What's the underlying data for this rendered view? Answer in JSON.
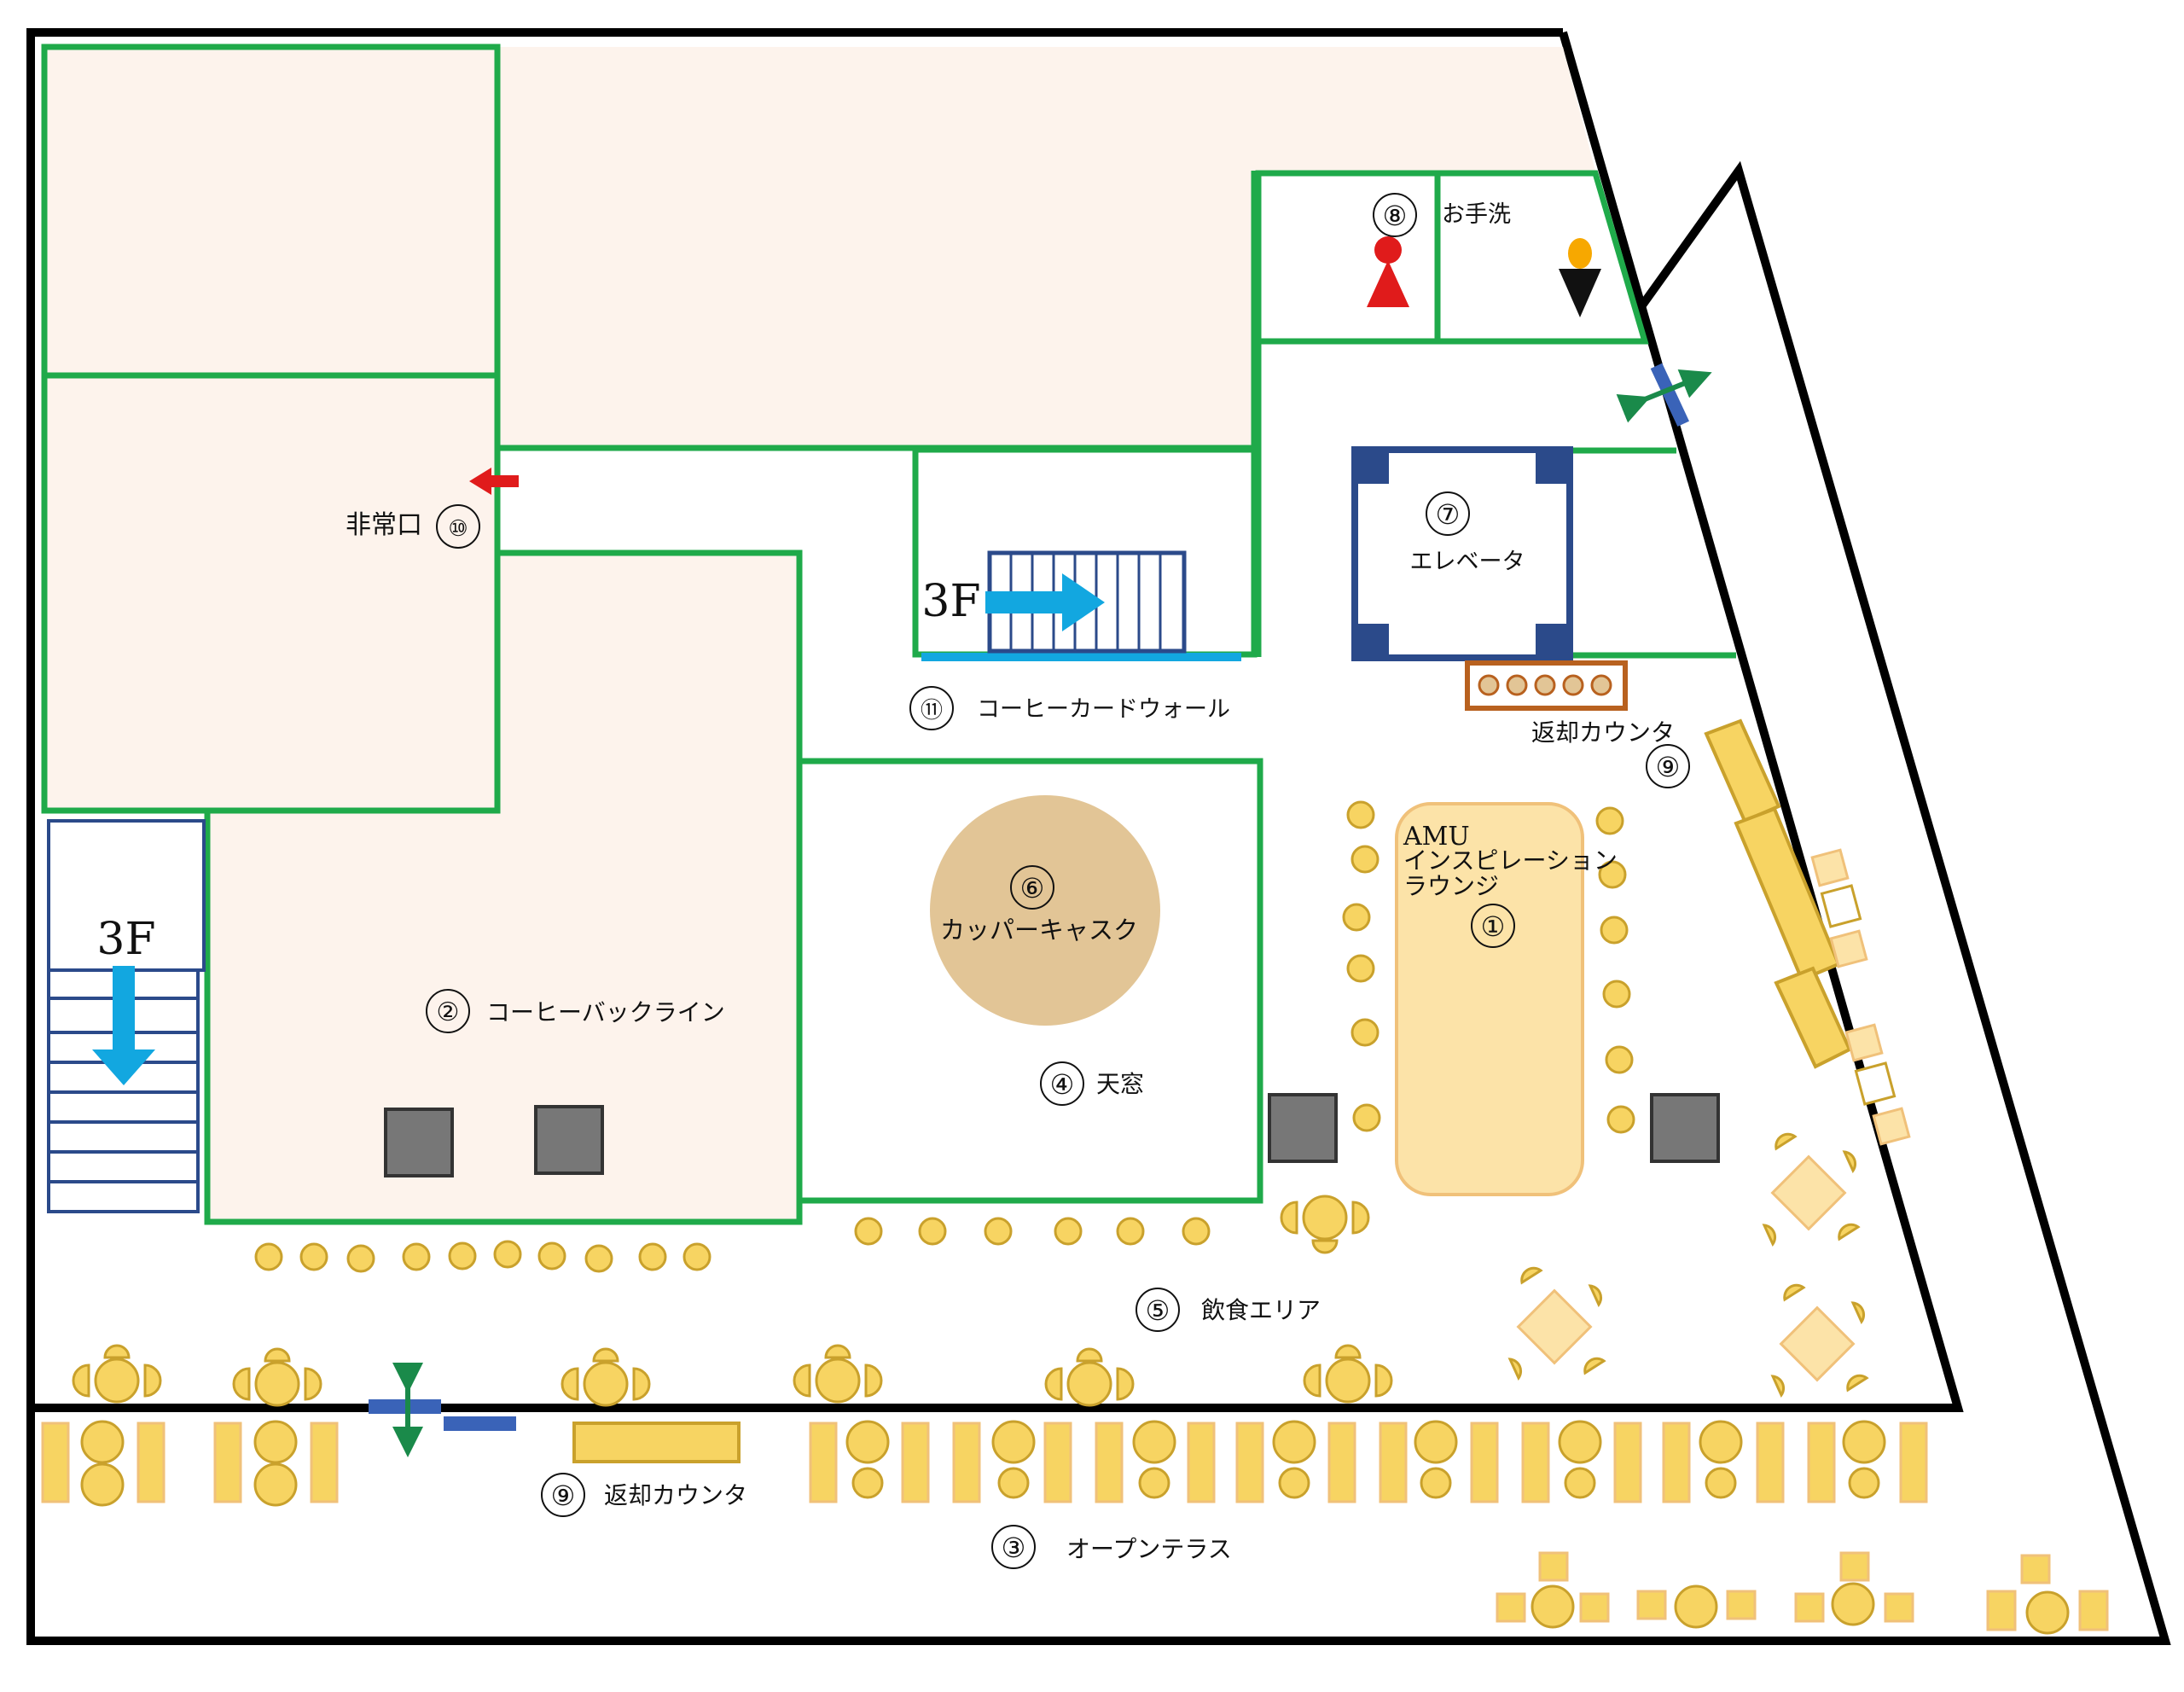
{
  "colors": {
    "outline": "#000000",
    "room_wall": "#1faa4a",
    "room_fill": "#fdf3ec",
    "seat": "#f7d462",
    "seat_stroke": "#c9a12c",
    "lounge_table": "#fce3a8",
    "cask": "#e2c596",
    "stair_arrow": "#12a7e0",
    "stair_outline": "#2b4a8a",
    "elevator": "#2b4a8a",
    "pillar": "#777777",
    "door": "#3a63b8",
    "door_arrow": "#1a8a4a",
    "exit_arrow": "#e01b1b",
    "women": "#e01b1b",
    "men": "#111111",
    "return_counter": "#b8611f"
  },
  "labels": {
    "lounge": {
      "number": "①",
      "line1": "AMU",
      "line2": "インスピレーション",
      "line3": "ラウンジ"
    },
    "coffee_back_line": {
      "number": "②",
      "text": "コーヒーバックライン"
    },
    "open_terrace": {
      "number": "③",
      "text": "オープンテラス"
    },
    "skylight": {
      "number": "④",
      "text": "天窓"
    },
    "dining_area": {
      "number": "⑤",
      "text": "飲食エリア"
    },
    "copper_cask": {
      "number": "⑥",
      "text": "カッパーキャスク"
    },
    "elevator": {
      "number": "⑦",
      "text": "エレベータ"
    },
    "restroom": {
      "number": "⑧",
      "text": "お手洗"
    },
    "return_counter_top": {
      "number": "⑨",
      "text": "返却カウンタ"
    },
    "return_counter_bottom": {
      "number": "⑨",
      "text": "返却カウンタ"
    },
    "emergency_exit": {
      "number": "⑩",
      "text": "非常口"
    },
    "coffee_card_wall": {
      "number": "⑪",
      "text": "コーヒーカードウォール"
    },
    "stairs_left": "3F",
    "stairs_center": "3F"
  },
  "icons": {
    "women": "women-restroom-icon",
    "men": "men-restroom-icon",
    "exit_arrow": "exit-arrow-icon",
    "stair_arrow": "stair-direction-arrow-icon",
    "door": "double-arrow-door-icon"
  }
}
